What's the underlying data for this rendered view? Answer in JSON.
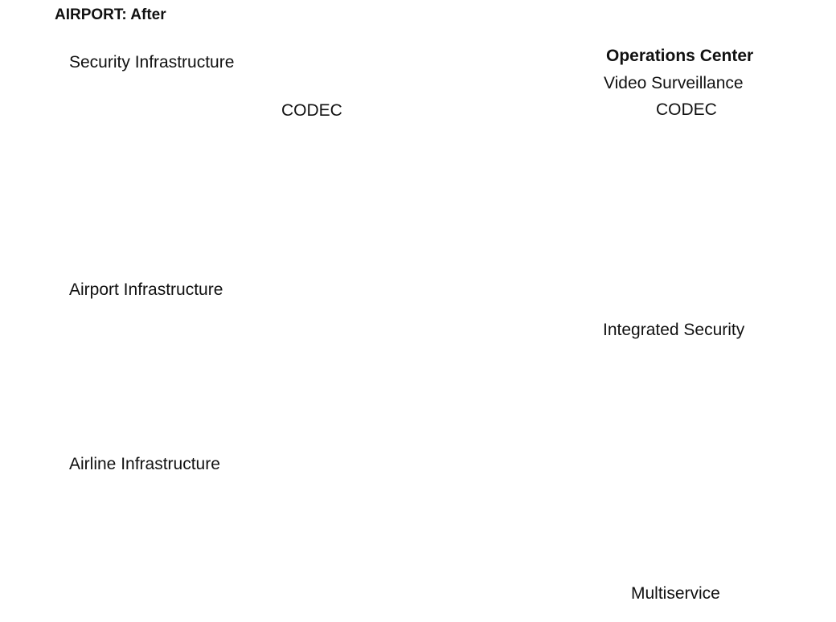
{
  "title": "AIRPORT: After",
  "sections": {
    "security": "Security Infrastructure",
    "airport": "Airport Infrastructure",
    "airline": "Airline Infrastructure"
  },
  "ops_center": {
    "title": "Operations Center",
    "video": "Video Surveillance",
    "codec": "CODEC",
    "integrated": "Integrated Security",
    "multiservice": "Multiservice"
  },
  "left_codec": "CODEC",
  "colors": {
    "frame": "#222222",
    "ops_bg": "#e6e6e6",
    "device_face": "#8c8c8c",
    "device_top": "#b5b5b5",
    "device_side": "#5e5e5e",
    "link": "#111111",
    "photo_blue": "#3a78b8"
  },
  "icons": {
    "security_badge": "security-camera-icon",
    "airport_badge": "control-tower-icon",
    "airline_badge": "airplane-icon"
  }
}
